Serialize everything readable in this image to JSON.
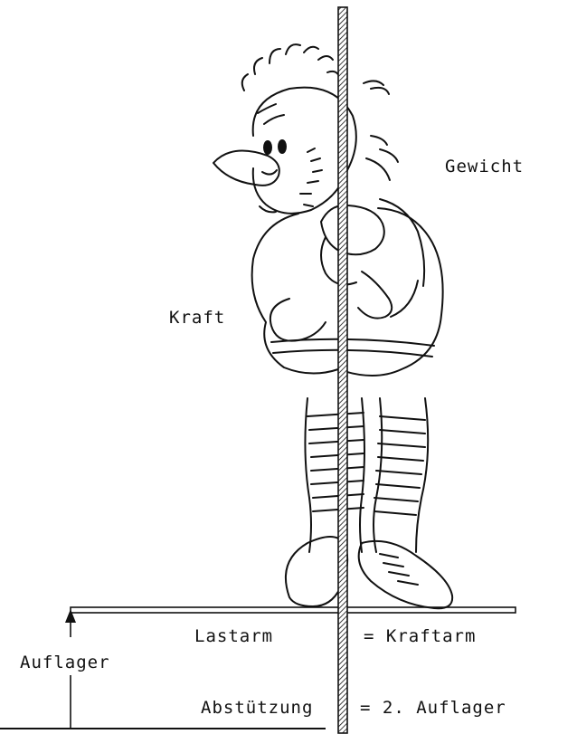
{
  "labels": {
    "weight": "Gewicht",
    "force": "Kraft",
    "load_arm": "Lastarm",
    "force_arm": "= Kraftarm",
    "support_1": "Auflager",
    "bracing": "Abstützung",
    "support_2": "= 2. Auflager"
  },
  "colors": {
    "ink": "#111111",
    "paper": "#ffffff"
  }
}
